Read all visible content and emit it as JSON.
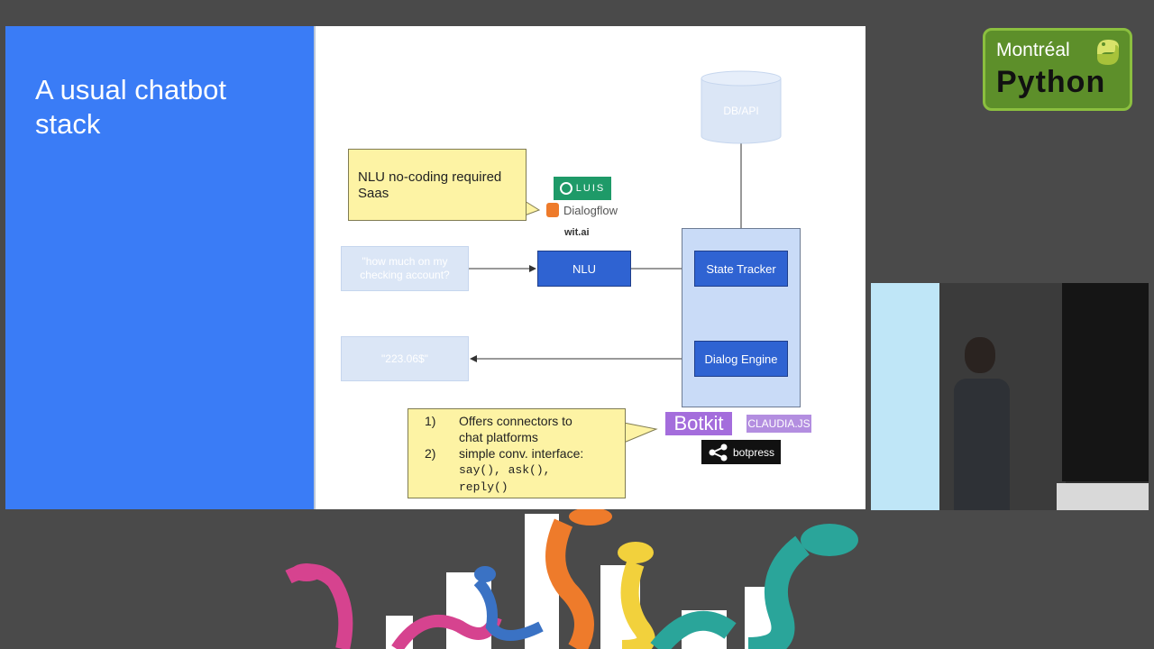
{
  "slide": {
    "title": "A usual chatbot\nstack",
    "diagram": {
      "db_label": "DB/API",
      "user_message": "\"how much on my\nchecking account?",
      "bot_reply": "\"223.06$\"",
      "nlu_label": "NLU",
      "state_tracker_label": "State Tracker",
      "dialog_engine_label": "Dialog Engine",
      "nlu_note": "NLU no-coding required\nSaas",
      "connectors_note": {
        "item1_num": "1)",
        "item1_text": "Offers connectors to\nchat platforms",
        "item2_num": "2)",
        "item2_text": "simple conv. interface:",
        "item2_code": "say(), ask(),\nreply()"
      },
      "logos": {
        "luis": "LUIS",
        "dialogflow": "Dialogflow",
        "witai": "wit.ai",
        "botkit": "Botkit",
        "claudia": "CLAUDIA.JS",
        "botpress": "botpress"
      }
    }
  },
  "event_logo": {
    "top": "Montréal",
    "bottom": "Python"
  },
  "colors": {
    "slide_accent": "#3a7cf6",
    "node_dark": "#2f63d2",
    "node_pale": "#dbe6f6",
    "note_yellow": "#fdf3a4",
    "background": "#4a4a4a"
  }
}
